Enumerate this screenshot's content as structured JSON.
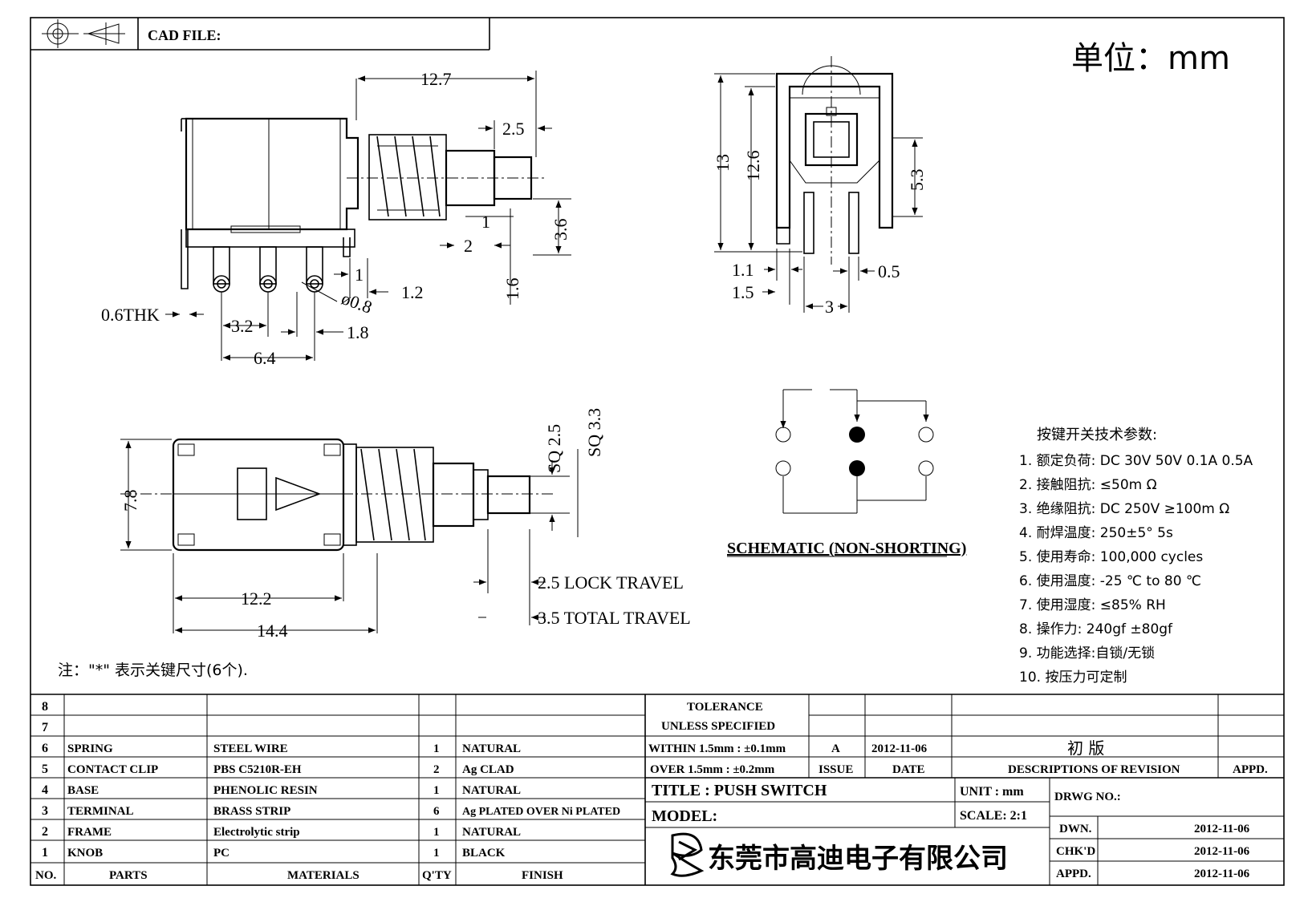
{
  "header": {
    "cad_file_label": "CAD FILE:",
    "unit_label": "单位：mm"
  },
  "dimensions": {
    "side_view": {
      "d12_7": "12.7",
      "d2_5": "2.5",
      "d3_6": "3.6",
      "d1a": "1",
      "d2": "2",
      "d1_6": "1.6",
      "d1b": "1",
      "d1_2": "1.2",
      "thk": "0.6THK",
      "d3_2": "3.2",
      "d1_8": "1.8",
      "d6_4": "6.4",
      "hole": "ø0.8"
    },
    "front_view": {
      "d13": "13",
      "d12_6": "12.6",
      "d5_3": "5.3",
      "d1_1": "1.1",
      "d1_5": "1.5",
      "d0_5": "0.5",
      "d3": "3"
    },
    "top_view": {
      "d7_8": "7.8",
      "sq2_5": "SQ 2.5",
      "sq3_3": "SQ 3.3",
      "d12_2": "12.2",
      "d14_4": "14.4",
      "lock_travel": "2.5 LOCK TRAVEL",
      "total_travel": "3.5 TOTAL TRAVEL"
    }
  },
  "schematic": {
    "label": "SCHEMATIC (NON-SHORTING)"
  },
  "specs": {
    "title": "按键开关技术参数:",
    "items": [
      "1.  额定负荷: DC 30V 50V    0.1A  0.5A",
      "2.  接触阻抗:  ≤50m Ω",
      "3.  绝缘阻抗: DC 250V  ≥100m Ω",
      "4.  耐焊温度: 250±5°    5s",
      "5.  使用寿命: 100,000 cycles",
      "6.  使用温度: -25  ℃  to 80  ℃",
      "7.  使用湿度:  ≤85% RH",
      "8.  操作力: 240gf  ±80gf",
      "9.  功能选择:自锁/无锁",
      "10.  按压力可定制"
    ]
  },
  "note": "注：\"*\"  表示关键尺寸(6个).",
  "bom": {
    "headers": [
      "NO.",
      "PARTS",
      "MATERIALS",
      "Q'TY",
      "FINISH"
    ],
    "rows": [
      {
        "no": "8",
        "part": "",
        "material": "",
        "qty": "",
        "finish": ""
      },
      {
        "no": "7",
        "part": "",
        "material": "",
        "qty": "",
        "finish": ""
      },
      {
        "no": "6",
        "part": "SPRING",
        "material": "STEEL WIRE",
        "qty": "1",
        "finish": "NATURAL"
      },
      {
        "no": "5",
        "part": "CONTACT CLIP",
        "material": "PBS C5210R-EH",
        "qty": "2",
        "finish": "Ag CLAD"
      },
      {
        "no": "4",
        "part": "BASE",
        "material": "PHENOLIC RESIN",
        "qty": "1",
        "finish": "NATURAL"
      },
      {
        "no": "3",
        "part": "TERMINAL",
        "material": "BRASS STRIP",
        "qty": "6",
        "finish": "Ag PLATED OVER Ni PLATED"
      },
      {
        "no": "2",
        "part": "FRAME",
        "material": "Electrolytic strip",
        "qty": "1",
        "finish": "NATURAL"
      },
      {
        "no": "1",
        "part": "KNOB",
        "material": "PC",
        "qty": "1",
        "finish": "BLACK"
      }
    ]
  },
  "tolerance": {
    "title1": "TOLERANCE",
    "title2": "UNLESS  SPECIFIED",
    "within": "WITHIN 1.5mm : ±0.1mm",
    "over": "OVER 1.5mm : ±0.2mm"
  },
  "revision": {
    "issue": "A",
    "date": "2012-11-06",
    "description": "初 版",
    "issue_label": "ISSUE",
    "date_label": "DATE",
    "desc_label": "DESCRIPTIONS OF REVISION",
    "appd_label": "APPD."
  },
  "title_block": {
    "title": "TITLE :  PUSH SWITCH",
    "model": "MODEL:",
    "unit": "UNIT :  mm",
    "scale": "SCALE:  2:1",
    "drwg_no": "DRWG NO.:",
    "company": "东莞市高迪电子有限公司",
    "dwn_label": "DWN.",
    "dwn_date": "2012-11-06",
    "chkd_label": "CHK'D",
    "chkd_date": "2012-11-06",
    "appd_label": "APPD.",
    "appd_date": "2012-11-06"
  }
}
